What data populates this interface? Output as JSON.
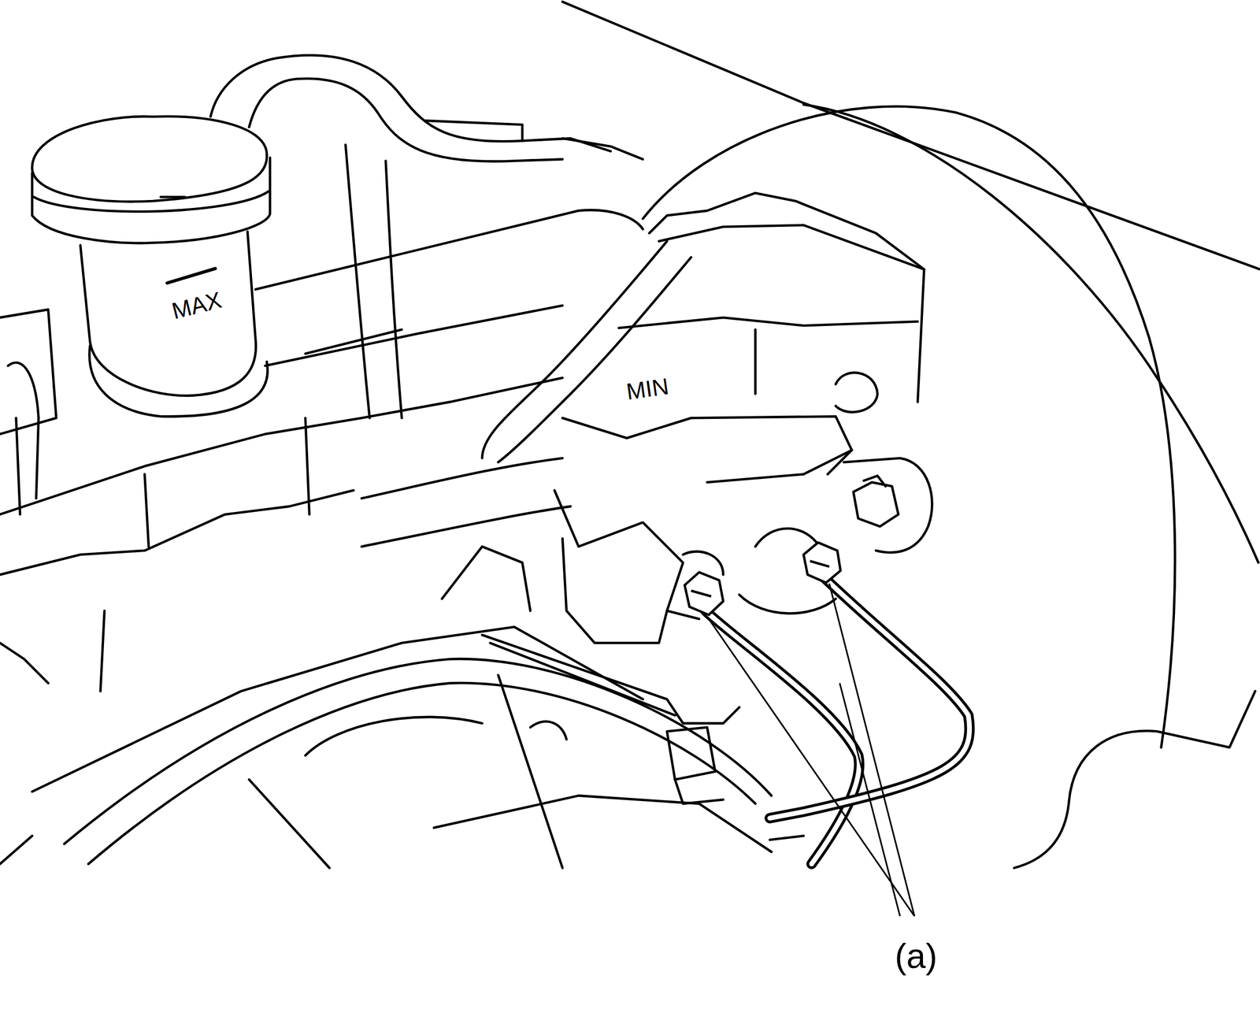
{
  "diagram": {
    "labels": [
      "MAX",
      "MIN",
      "(a)"
    ]
  }
}
